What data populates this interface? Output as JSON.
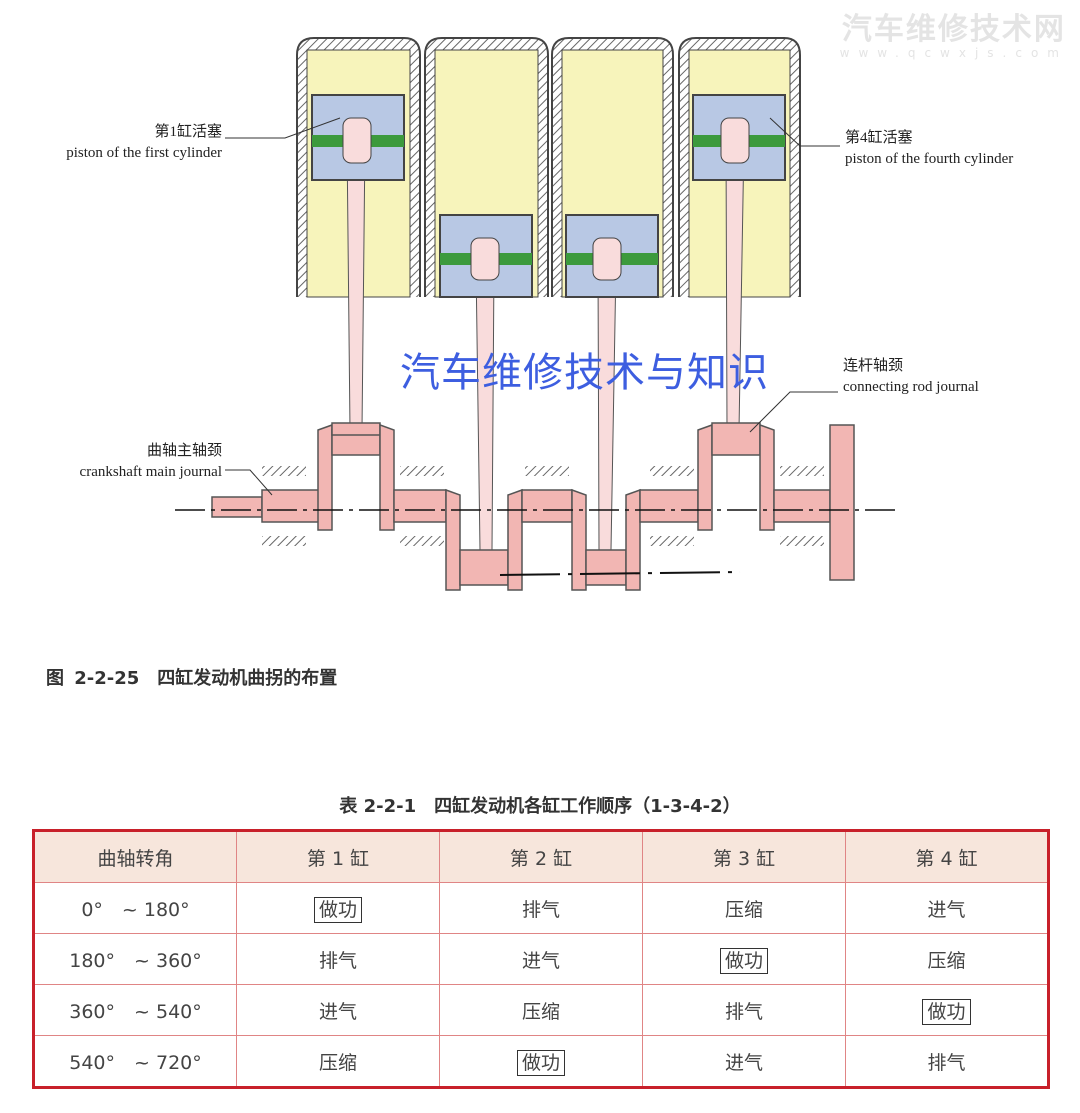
{
  "watermark": {
    "title": "汽车维修技术网",
    "url": "www.qcwxjs.com"
  },
  "diagram": {
    "center_watermark": "汽车维修技术与知识",
    "labels": {
      "piston1_cn": "第1缸活塞",
      "piston1_en": "piston of the first cylinder",
      "piston4_cn": "第4缸活塞",
      "piston4_en": "piston of the fourth cylinder",
      "rod_journal_cn": "连杆轴颈",
      "rod_journal_en": "connecting rod journal",
      "main_journal_cn": "曲轴主轴颈",
      "main_journal_en": "crankshaft main journal"
    },
    "caption": "图 2-2-25　四缸发动机曲拐的布置"
  },
  "table": {
    "title": "表 2-2-1　四缸发动机各缸工作顺序（1-3-4-2）",
    "headers": [
      "曲轴转角",
      "第 1 缸",
      "第 2 缸",
      "第 3 缸",
      "第 4 缸"
    ],
    "rows": [
      [
        "0°　~ 180°",
        "做功",
        "排气",
        "压缩",
        "进气"
      ],
      [
        "180°　~ 360°",
        "排气",
        "进气",
        "做功",
        "压缩"
      ],
      [
        "360°　~ 540°",
        "进气",
        "压缩",
        "排气",
        "做功"
      ],
      [
        "540°　~ 720°",
        "压缩",
        "做功",
        "进气",
        "排气"
      ]
    ],
    "highlight": "做功"
  }
}
